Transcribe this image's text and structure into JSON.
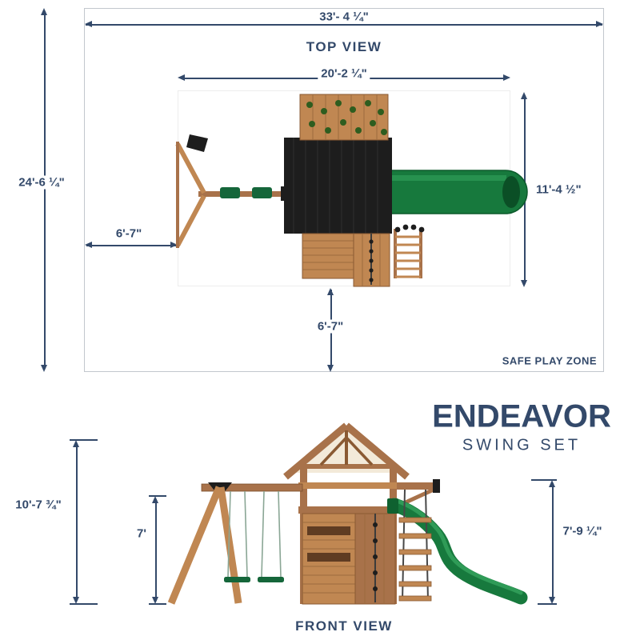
{
  "colors": {
    "navy": "#33496a",
    "boundary": "#c2c7cd",
    "wood": "#a8724a",
    "wood_light": "#c08752",
    "wood_dark": "#8a5a33",
    "ink": "#1d1d1d",
    "green": "#17793d",
    "green_dark": "#0d5a2c",
    "seat_green": "#15663a"
  },
  "top_view": {
    "title": "TOP VIEW",
    "safe_play_zone_label": "SAFE PLAY ZONE",
    "overall_width": "33'- 4 ¼\"",
    "overall_depth": "24'-6 ¼\"",
    "structure_width": "20'-2 ¼\"",
    "structure_depth": "11'-4 ½\"",
    "swing_side_clearance": "6'-7\"",
    "front_clearance": "6'-7\""
  },
  "front_view": {
    "title": "FRONT VIEW",
    "brand": "ENDEAVOR",
    "product": "SWING SET",
    "overall_height": "10'-7 ¾\"",
    "swing_beam_height": "7'",
    "tower_height": "7'-9 ¼\""
  }
}
